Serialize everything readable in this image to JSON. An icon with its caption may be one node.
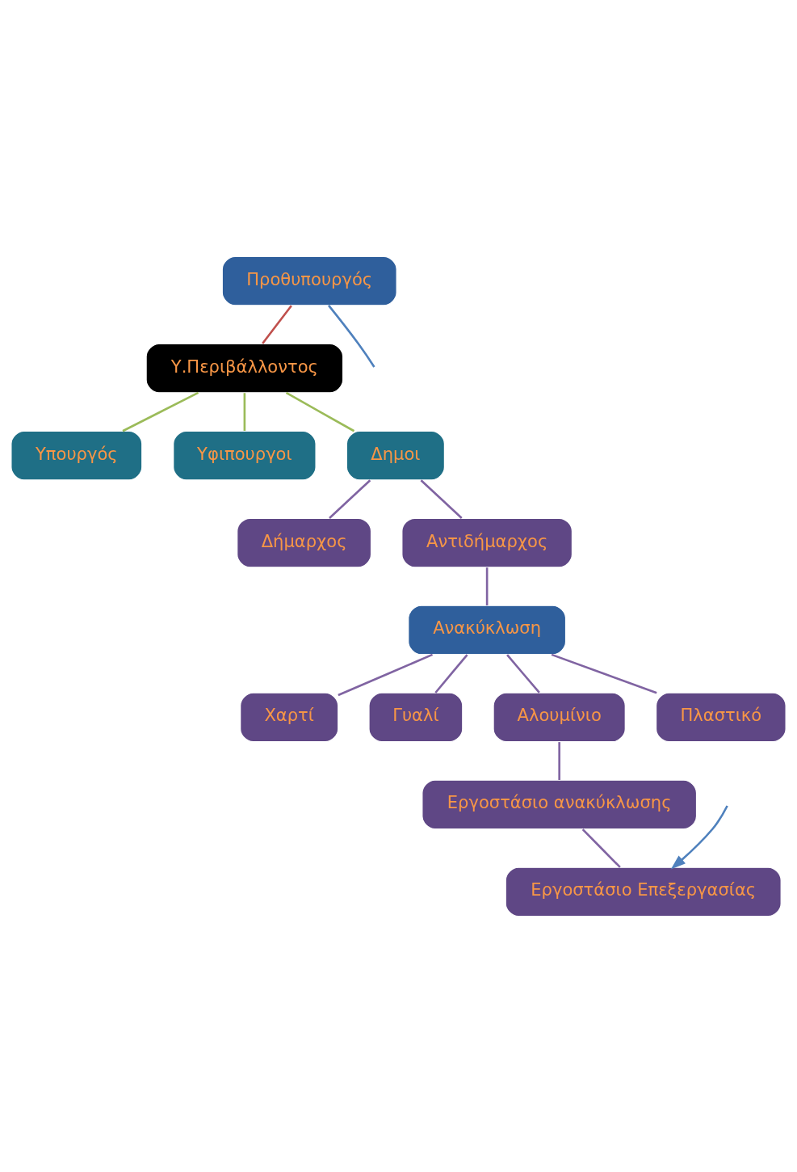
{
  "diagram": {
    "nodes": [
      {
        "text": [
          "Προθυπουργός"
        ]
      },
      {
        "text": [
          "Υ.Περιβάλλοντος"
        ]
      },
      {
        "text": [
          "Υπουργός"
        ]
      },
      {
        "text": [
          "Υφιπουργοι"
        ]
      },
      {
        "text": [
          "Δημοι"
        ]
      },
      {
        "text": [
          "Δήμαρχος"
        ]
      },
      {
        "text": [
          "Αντιδήμαρχος"
        ]
      },
      {
        "text": [
          "Ανακύκλωση"
        ]
      },
      {
        "text": [
          "Χαρτί"
        ]
      },
      {
        "text": [
          "Γυαλί"
        ]
      },
      {
        "text": [
          "Αλουμίνιο"
        ]
      },
      {
        "text": [
          "Πλαστικό"
        ]
      },
      {
        "text": [
          "Εργοστάσιο ανακύκλωσης"
        ]
      },
      {
        "text": [
          "Εργοστάσιο Επεξεργασίας"
        ]
      }
    ],
    "edges": [
      {
        "from": 0,
        "to": 1,
        "arrow": "none",
        "color": "#c0504d"
      },
      {
        "from": 1,
        "to": 2,
        "arrow": "none",
        "color": "#9bbb59"
      },
      {
        "from": 1,
        "to": 3,
        "arrow": "none",
        "color": "#9bbb59"
      },
      {
        "from": 1,
        "to": 4,
        "arrow": "none",
        "color": "#9bbb59"
      },
      {
        "from": 4,
        "to": 5,
        "arrow": "none"
      },
      {
        "from": 4,
        "to": 6,
        "arrow": "none"
      },
      {
        "from": 6,
        "to": 7,
        "arrow": "none"
      },
      {
        "from": 7,
        "to": 8,
        "arrow": "none"
      },
      {
        "from": 7,
        "to": 9,
        "arrow": "none"
      },
      {
        "from": 7,
        "to": 10,
        "arrow": "none"
      },
      {
        "from": 7,
        "to": 11,
        "arrow": "none"
      },
      {
        "from": 10,
        "to": 12,
        "arrow": "none"
      },
      {
        "from": 12,
        "to": 13,
        "arrow": "none"
      },
      {
        "from": 0,
        "to": null,
        "arrow": "none",
        "color": "#4f81bd"
      },
      {
        "from": null,
        "to": 13,
        "arrow": "to",
        "color": "#4f81bd"
      }
    ]
  }
}
